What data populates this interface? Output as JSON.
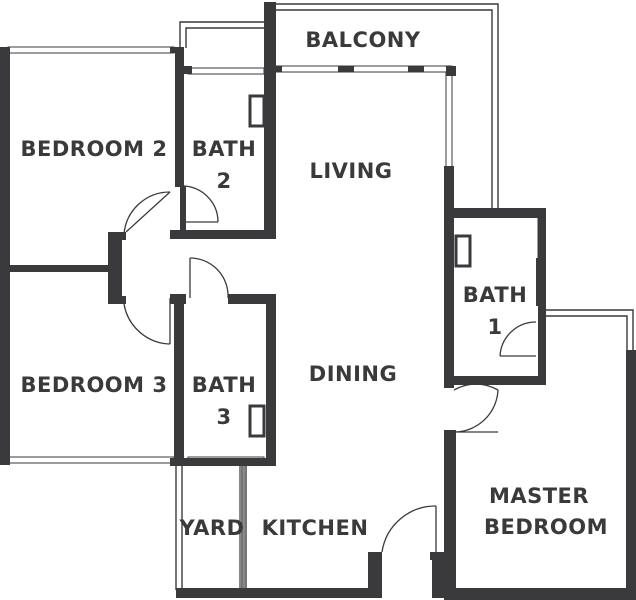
{
  "plan": {
    "rooms": {
      "balcony": "BALCONY",
      "bedroom2": "BEDROOM 2",
      "bath2_line1": "BATH",
      "bath2_line2": "2",
      "living": "LIVING",
      "bath1_line1": "BATH",
      "bath1_line2": "1",
      "bedroom3": "BEDROOM 3",
      "bath3_line1": "BATH",
      "bath3_line2": "3",
      "dining": "DINING",
      "yard": "YARD",
      "kitchen": "KITCHEN",
      "master_line1": "MASTER",
      "master_line2": "BEDROOM"
    },
    "colors": {
      "wall": "#3a3a3c",
      "background": "#ffffff"
    }
  }
}
